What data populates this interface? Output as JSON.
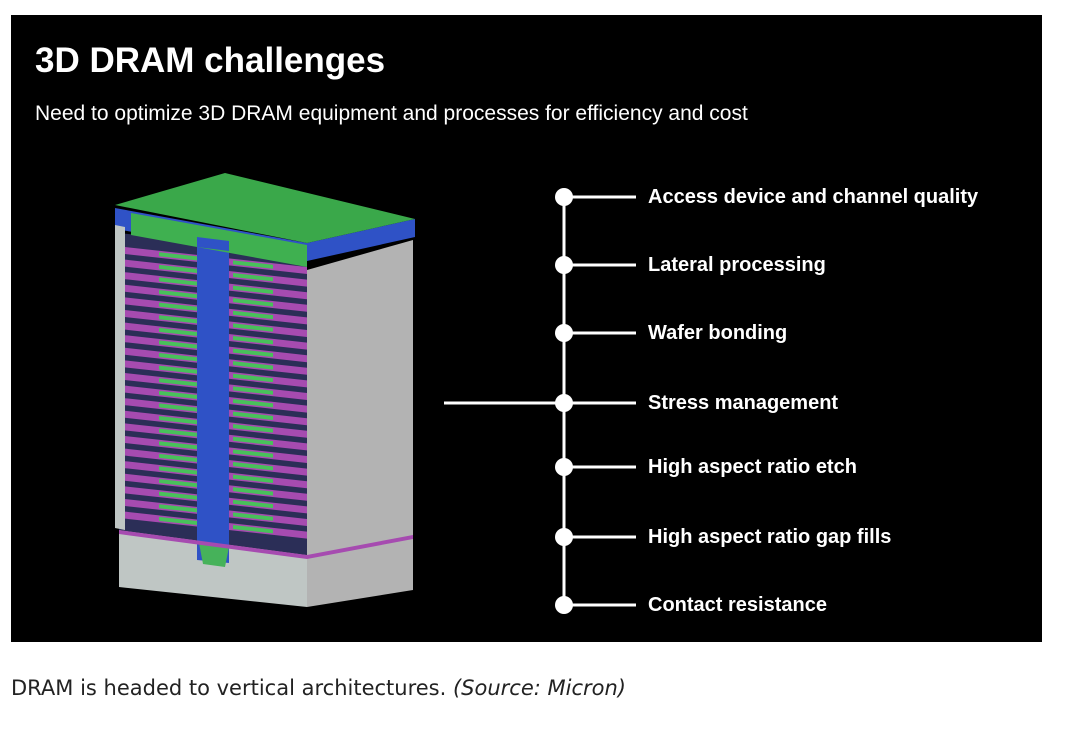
{
  "figure": {
    "title": "3D DRAM challenges",
    "subtitle": "Need to optimize 3D DRAM equipment and processes for efficiency and cost",
    "challenges": [
      "Access device and channel quality",
      "Lateral processing",
      "Wafer bonding",
      "Stress management",
      "High aspect ratio etch",
      "High aspect ratio gap fills",
      "Contact resistance"
    ],
    "colors": {
      "background": "#000000",
      "text": "#ffffff",
      "top_layer": "#3aa84a",
      "vertical_contact": "#2d4fc0",
      "side_wall": "#b5b5b5",
      "layer_magenta": "#a64bb0",
      "layer_green": "#48c15a"
    }
  },
  "caption": {
    "text": "DRAM is headed to vertical architectures.",
    "source": "(Source: Micron)"
  }
}
